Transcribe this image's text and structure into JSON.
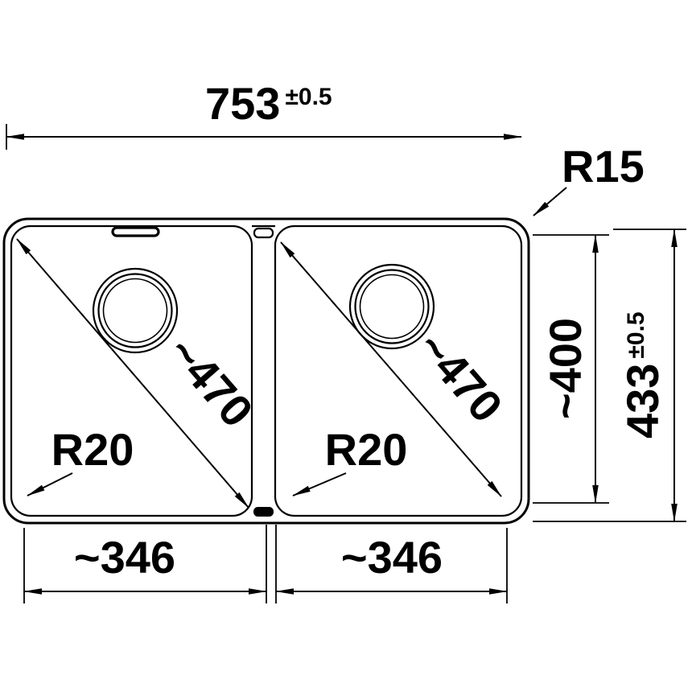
{
  "drawing": {
    "line_color": "#000000",
    "background": "#ffffff",
    "dims": {
      "overall_width": "753",
      "overall_width_tol": "±0.5",
      "corner_radius": "R15",
      "left_bowl_diagonal": "~470",
      "right_bowl_diagonal": "~470",
      "left_bowl_corner_radius": "R20",
      "right_bowl_corner_radius": "R20",
      "inner_depth": "~400",
      "overall_depth": "433",
      "overall_depth_tol": "±0.5",
      "left_bowl_width": "~346",
      "right_bowl_width": "~346"
    }
  }
}
